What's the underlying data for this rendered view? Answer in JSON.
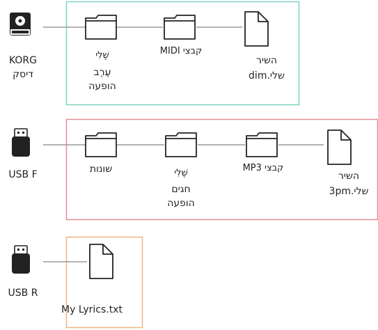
{
  "colors": {
    "group_1_border": "#7fd3c3",
    "group_2_border": "#e58a97",
    "group_3_border": "#f3b47f",
    "lines": "#9a9a9a",
    "icons": "#222222"
  },
  "devices": [
    {
      "icon": "hard-disk-icon",
      "label_line1": "KORG",
      "label_line2": "דיסק"
    },
    {
      "icon": "usb-drive-icon",
      "label": "USB F"
    },
    {
      "icon": "usb-drive-icon",
      "label": "USB R"
    }
  ],
  "rows": [
    {
      "items": [
        {
          "icon": "folder-icon",
          "label_lines": [
            "שֶׁלִי",
            "עֶרֶב",
            "הופעה"
          ]
        },
        {
          "icon": "folder-icon",
          "label_lines": [
            "קבצי MIDI"
          ]
        },
        {
          "icon": "file-icon",
          "label_lines": [
            "השיר",
            "שלי.dim"
          ]
        }
      ]
    },
    {
      "items": [
        {
          "icon": "folder-icon",
          "label_lines": [
            "שונות"
          ]
        },
        {
          "icon": "folder-icon",
          "label_lines": [
            "שֶׁלִי",
            "חגים",
            "הופעה"
          ]
        },
        {
          "icon": "folder-icon",
          "label_lines": [
            "קבצי MP3"
          ]
        },
        {
          "icon": "file-icon",
          "label_lines": [
            "השיר",
            "שלי.3pm"
          ]
        }
      ]
    },
    {
      "items": [
        {
          "icon": "file-icon",
          "label_lines": [
            "My Lyrics.txt"
          ]
        }
      ]
    }
  ]
}
